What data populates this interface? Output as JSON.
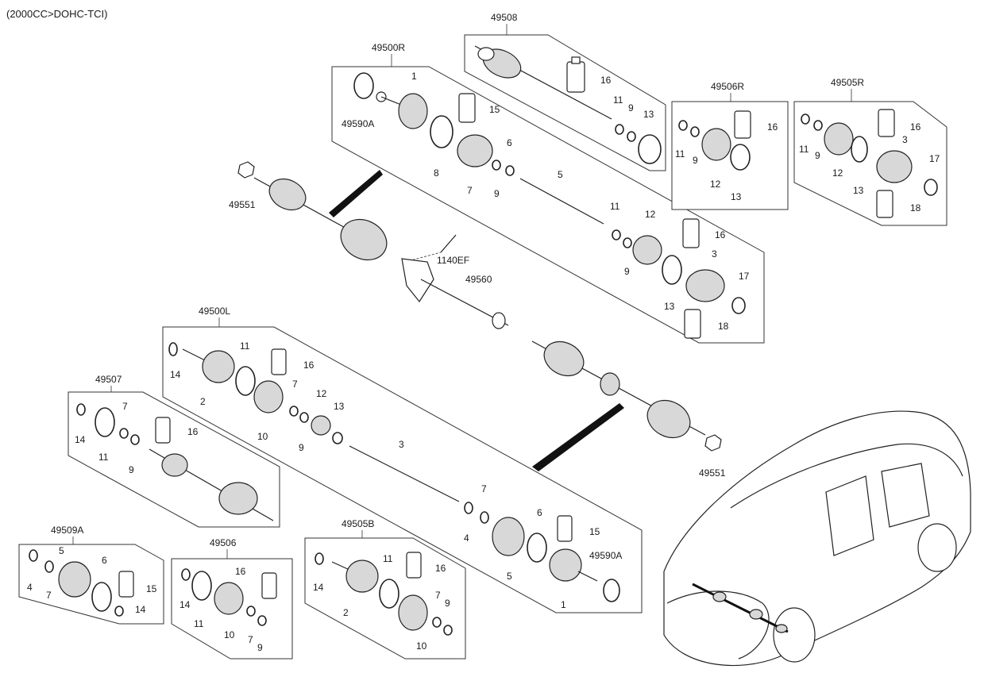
{
  "header": {
    "engine_note": "(2000CC>DOHC-TCI)"
  },
  "groups": {
    "g49508": "49508",
    "g49500R": "49500R",
    "g49506R": "49506R",
    "g49505R": "49505R",
    "g49500L": "49500L",
    "g49507": "49507",
    "g49509A": "49509A",
    "g49506": "49506",
    "g49505B": "49505B"
  },
  "callouts": {
    "c49590A_top": "49590A",
    "c49590A_bottom": "49590A",
    "c49551_left": "49551",
    "c49551_right": "49551",
    "c1140EF": "1140EF",
    "c49560": "49560",
    "n1": "1",
    "n2": "2",
    "n3": "3",
    "n4": "4",
    "n5": "5",
    "n6": "6",
    "n7": "7",
    "n8": "8",
    "n9": "9",
    "n10": "10",
    "n11": "11",
    "n12": "12",
    "n13": "13",
    "n14": "14",
    "n15": "15",
    "n16": "16",
    "n17": "17",
    "n18": "18"
  },
  "colors": {
    "line": "#222222",
    "fill_shade": "#d8d8d8",
    "background": "#ffffff"
  },
  "icons": {
    "vehicle": "suv-outline-icon"
  }
}
